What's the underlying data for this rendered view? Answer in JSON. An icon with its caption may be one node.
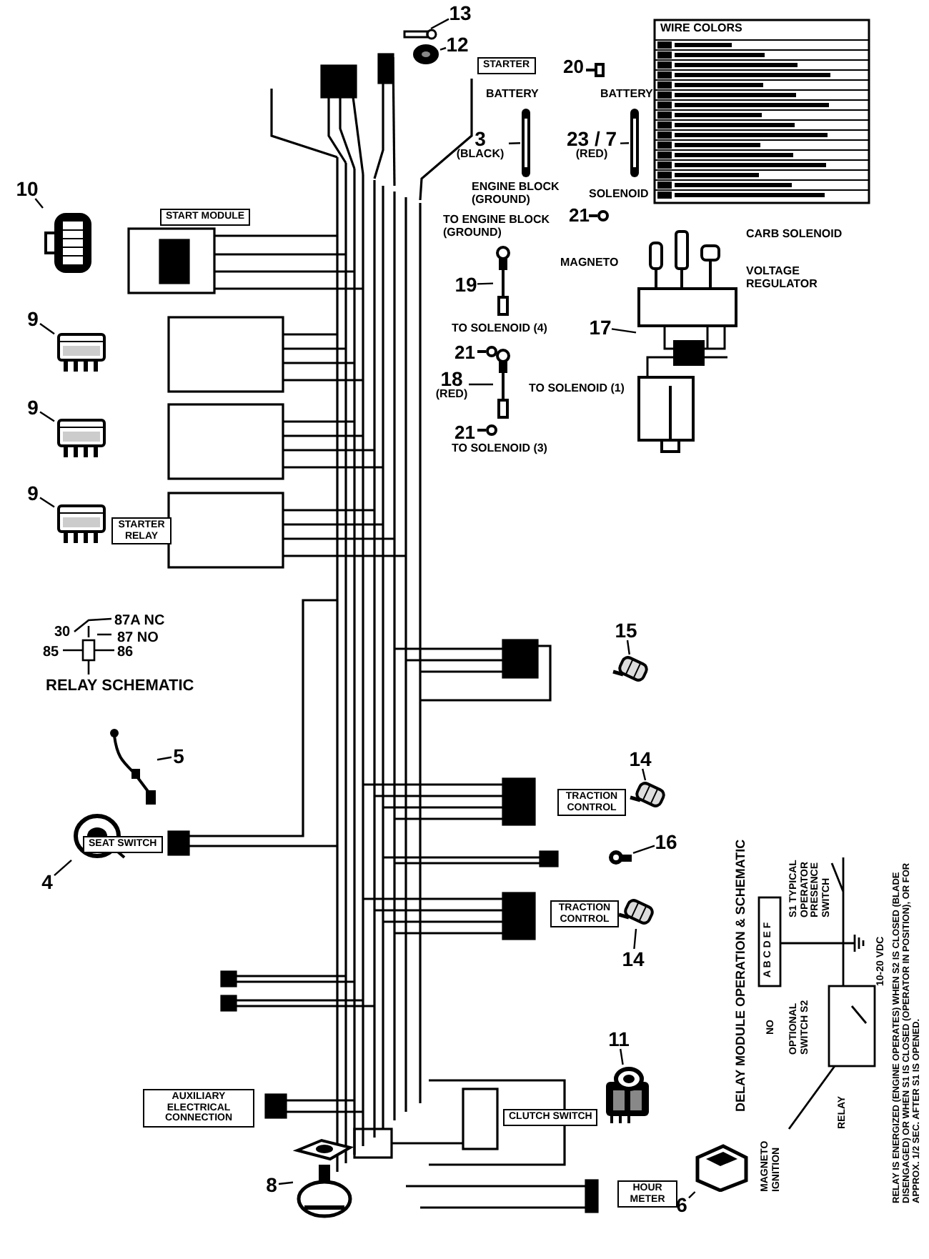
{
  "diagram": {
    "nodes": [
      {
        "text": [
          "10"
        ]
      },
      {
        "text": [],
        "shape": "picture"
      },
      {
        "text": [
          "9"
        ]
      },
      {
        "text": [],
        "shape": "picture"
      },
      {
        "text": [
          "9"
        ]
      },
      {
        "text": [],
        "shape": "picture"
      },
      {
        "text": [
          "9"
        ]
      },
      {
        "text": [],
        "shape": "picture"
      },
      {
        "text": [
          "5"
        ]
      },
      {
        "text": [],
        "shape": "picture"
      },
      {
        "text": [
          "4"
        ]
      },
      {
        "text": [],
        "shape": "picture"
      },
      {
        "text": [
          "8"
        ]
      },
      {
        "text": [],
        "shape": "picture"
      },
      {
        "text": [
          "6"
        ]
      },
      {
        "text": [],
        "shape": "picture"
      },
      {
        "text": [
          "11"
        ]
      },
      {
        "text": [],
        "shape": "picture"
      },
      {
        "text": [
          "15"
        ]
      },
      {
        "text": [],
        "shape": "picture"
      },
      {
        "text": [
          "14"
        ]
      },
      {
        "text": [],
        "shape": "picture"
      },
      {
        "text": [
          "16"
        ]
      },
      {
        "text": [],
        "shape": "picture"
      },
      {
        "text": [
          "14"
        ]
      },
      {
        "text": [],
        "shape": "picture"
      },
      {
        "text": [
          "13"
        ]
      },
      {
        "text": [],
        "shape": "picture"
      },
      {
        "text": [
          "12"
        ]
      },
      {
        "text": [],
        "shape": "picture"
      },
      {
        "text": [
          "17"
        ]
      },
      {
        "text": [],
        "shape": "picture"
      },
      {
        "text": [
          "19"
        ]
      },
      {
        "text": [],
        "shape": "picture"
      },
      {
        "text": [
          "18",
          "(RED)"
        ]
      },
      {
        "text": [],
        "shape": "picture"
      },
      {
        "text": [
          "3",
          "(BLACK)"
        ]
      },
      {
        "text": [],
        "shape": "picture"
      },
      {
        "text": [
          "23 / 7",
          "(RED)"
        ]
      },
      {
        "text": [],
        "shape": "picture"
      }
    ],
    "edges": [
      {
        "from": 0,
        "to": 1,
        "arrow": "none"
      },
      {
        "from": 2,
        "to": 3,
        "arrow": "none"
      },
      {
        "from": 4,
        "to": 5,
        "arrow": "none"
      },
      {
        "from": 6,
        "to": 7,
        "arrow": "none"
      },
      {
        "from": 8,
        "to": 9,
        "arrow": "none"
      },
      {
        "from": 10,
        "to": 11,
        "arrow": "none"
      },
      {
        "from": 12,
        "to": 13,
        "arrow": "none"
      },
      {
        "from": 14,
        "to": 15,
        "arrow": "none"
      },
      {
        "from": 16,
        "to": 17,
        "arrow": "none"
      },
      {
        "from": 18,
        "to": 19,
        "arrow": "none"
      },
      {
        "from": 20,
        "to": 21,
        "arrow": "none"
      },
      {
        "from": 22,
        "to": 23,
        "arrow": "none"
      },
      {
        "from": 24,
        "to": 25,
        "arrow": "none"
      },
      {
        "from": 26,
        "to": 27,
        "arrow": "none"
      },
      {
        "from": 28,
        "to": 29,
        "arrow": "none"
      },
      {
        "from": 30,
        "to": 31,
        "arrow": "none"
      },
      {
        "from": 32,
        "to": 33,
        "arrow": "none"
      },
      {
        "from": 34,
        "to": 35,
        "arrow": "none"
      },
      {
        "from": 36,
        "to": 37,
        "arrow": "none"
      },
      {
        "from": 38,
        "to": 39,
        "arrow": "none"
      }
    ],
    "labels": [
      "STARTER",
      "BATTERY",
      "BATTERY",
      "ENGINE BLOCK (GROUND)",
      "SOLENOID",
      "20",
      "21",
      "WIRE COLORS",
      "START MODULE",
      "TO ENGINE BLOCK (GROUND)",
      "TO SOLENOID (4)",
      "MAGNETO",
      "CARB SOLENOID",
      "VOLTAGE REGULATOR",
      "21",
      "21",
      "TO SOLENOID (3)",
      "TO SOLENOID (1)",
      "STARTER RELAY",
      "87A NC",
      "30",
      "87 NO",
      "85",
      "86",
      "RELAY SCHEMATIC",
      "TRACTION CONTROL",
      "TRACTION CONTROL",
      "SEAT SWITCH",
      "DELAY MODULE OPERATION & SCHEMATIC",
      "A B C D E F",
      "S1 TYPICAL OPERATOR PRESENCE SWITCH",
      "OPTIONAL SWITCH S2",
      "NO",
      "RELAY",
      "MAGNETO IGNITION",
      "10-20 VDC",
      "RELAY IS ENERGIZED (ENGINE OPERATES) WHEN S2 IS CLOSED (BLADE DISENGAGED) OR WHEN S1 IS CLOSED (OPERATOR IN POSITION), OR FOR APPROX. 1/2 SEC. AFTER S1 IS OPENED.",
      "AUXILIARY ELECTRICAL CONNECTION",
      "CLUTCH SWITCH",
      "HOUR METER"
    ]
  }
}
